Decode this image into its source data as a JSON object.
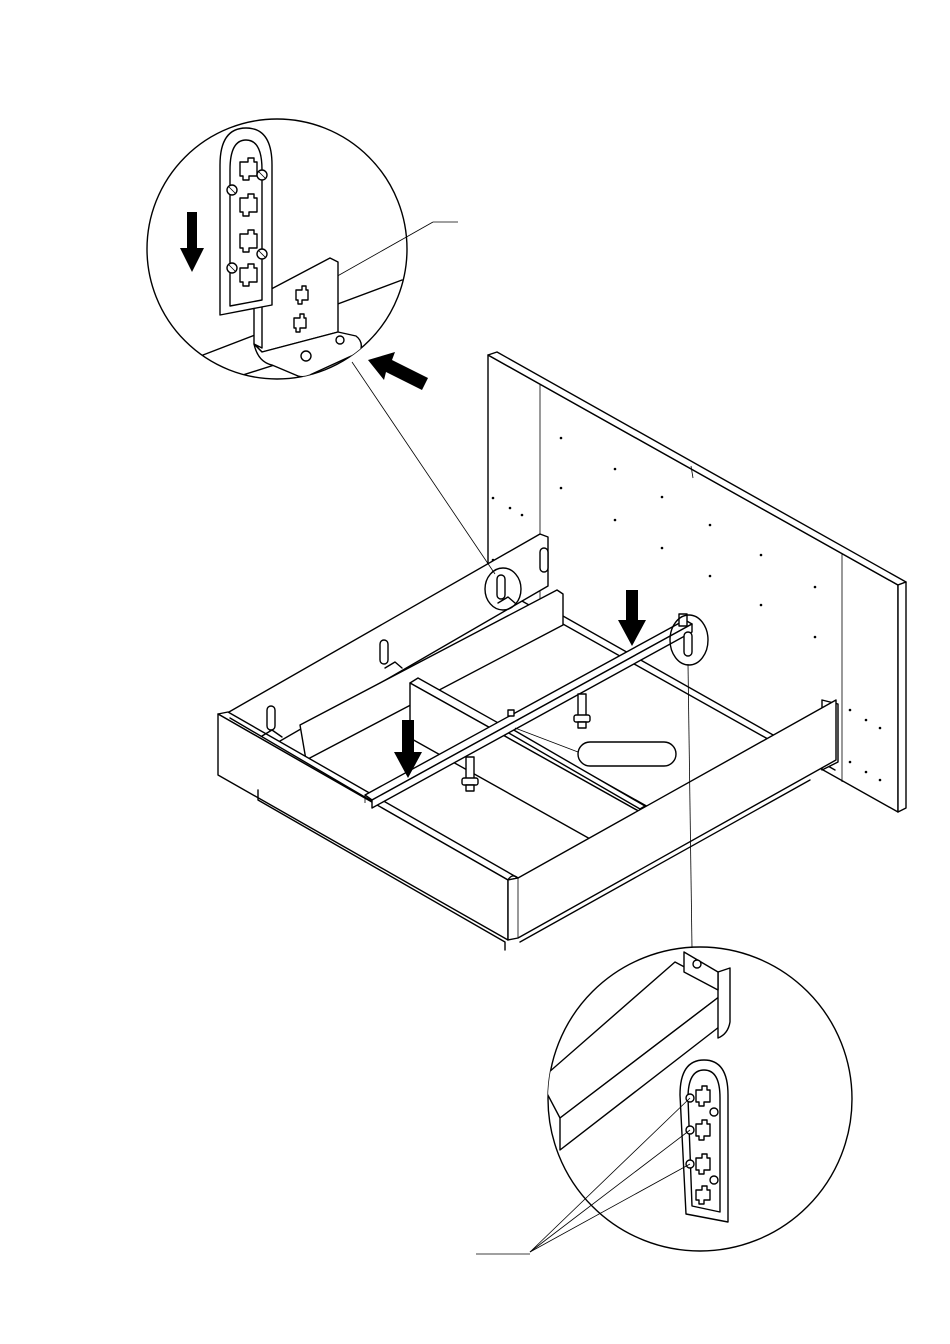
{
  "diagram": {
    "type": "assembly-instruction",
    "colors": {
      "line": "#000000",
      "background": "#ffffff",
      "arrow": "#000000"
    },
    "callouts": [
      {
        "name": "bracket-detail-callout",
        "label": ""
      },
      {
        "name": "screw-detail-callout",
        "label": ""
      },
      {
        "name": "part-label-bubble",
        "label": ""
      }
    ],
    "icons": [
      "down-arrow-icon",
      "insert-arrow-icon"
    ]
  }
}
